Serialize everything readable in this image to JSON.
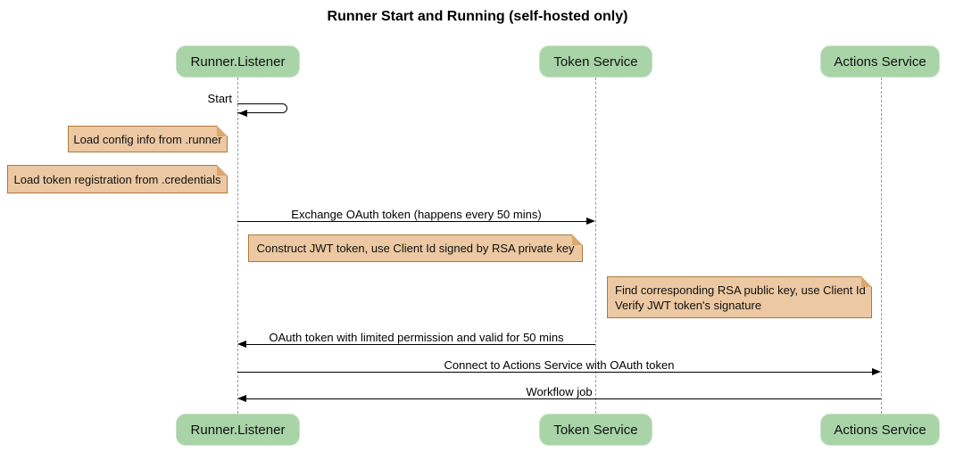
{
  "diagram": {
    "title": "Runner Start and Running (self-hosted only)",
    "type": "sequence-diagram",
    "colors": {
      "participant_fill": "#a8d4a8",
      "note_fill": "#ecc8a3",
      "note_border": "#b0793a",
      "lifeline": "#999999",
      "message_line": "#000000"
    },
    "participants": [
      {
        "id": "runner-listener",
        "label": "Runner.Listener"
      },
      {
        "id": "token-service",
        "label": "Token Service"
      },
      {
        "id": "actions-service",
        "label": "Actions Service"
      }
    ],
    "messages": [
      {
        "label": "Start",
        "from": "runner-listener",
        "to": "runner-listener",
        "type": "self"
      },
      {
        "label": "Exchange OAuth token (happens every 50 mins)",
        "from": "runner-listener",
        "to": "token-service",
        "type": "solid"
      },
      {
        "label": "OAuth token with limited permission and valid for 50 mins",
        "from": "token-service",
        "to": "runner-listener",
        "type": "solid"
      },
      {
        "label": "Connect to Actions Service with OAuth token",
        "from": "runner-listener",
        "to": "actions-service",
        "type": "solid"
      },
      {
        "label": "Workflow job",
        "from": "actions-service",
        "to": "runner-listener",
        "type": "solid"
      }
    ],
    "notes": [
      {
        "text": "Load config info from .runner",
        "position": "left of runner-listener"
      },
      {
        "text": "Load token registration from .credentials",
        "position": "left of runner-listener"
      },
      {
        "text": "Construct JWT token, use Client Id signed by RSA private key",
        "position": "between runner-listener and token-service"
      },
      {
        "lines": [
          "Find corresponding RSA public key, use Client Id",
          "Verify JWT token's signature"
        ],
        "position": "left of actions-service"
      }
    ]
  }
}
